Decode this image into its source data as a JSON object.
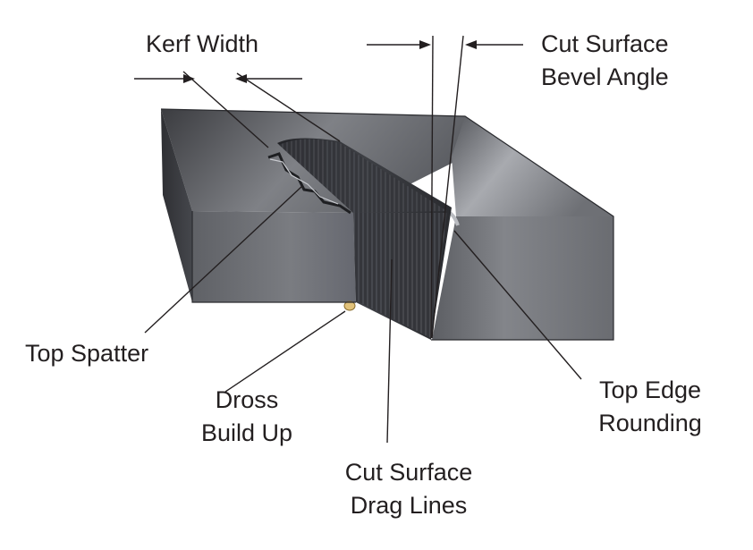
{
  "labels": {
    "kerf_width": "Kerf Width",
    "bevel_angle": [
      "Cut Surface",
      "Bevel Angle"
    ],
    "top_spatter": "Top Spatter",
    "dross": [
      "Dross",
      "Build Up"
    ],
    "drag_lines": [
      "Cut Surface",
      "Drag Lines"
    ],
    "edge_rounding": [
      "Top Edge",
      "Rounding"
    ]
  },
  "colors": {
    "text": "#231f20",
    "leader": "#231f20",
    "metal_top_dark": "#3a3b3f",
    "metal_top_light": "#9fa1a6",
    "metal_face": "#6b6d72",
    "metal_face_dark": "#4d4f54",
    "kerf_surface": "#2c2d31",
    "dross": "#e2c27a"
  }
}
